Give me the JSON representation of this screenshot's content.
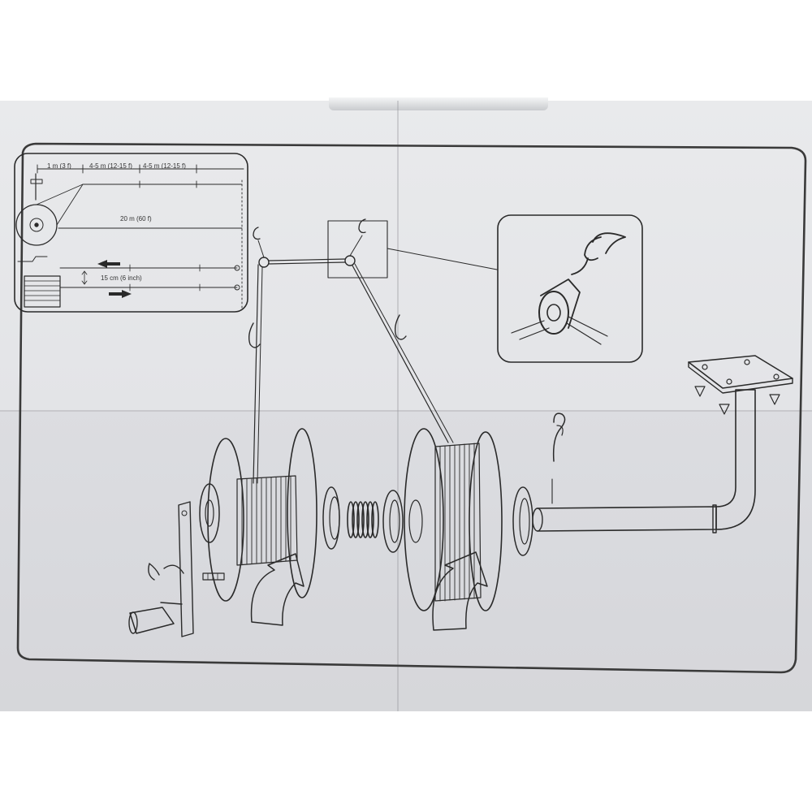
{
  "inset_labels": {
    "span_1m": "1 m (3 f)",
    "span_4_5m_a": "4-5 m (12-15 f)",
    "span_4_5m_b": "4-5 m (12-15 f)",
    "span_20m": "20 m (60 f)",
    "spacing_15cm": "15 cm (6 inch)"
  },
  "colors": {
    "ink": "#2a2a2a",
    "paper": "#e6e7ea",
    "frame": "#3a3a3a"
  }
}
